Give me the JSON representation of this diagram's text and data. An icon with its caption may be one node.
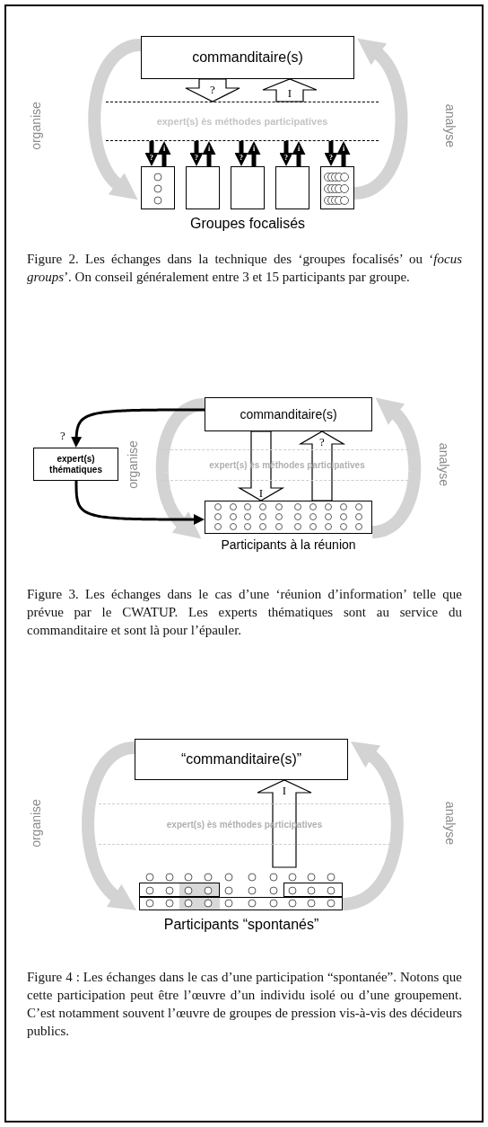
{
  "diagram": {
    "nodes": [
      {
        "text": [
          "commanditaire(s)"
        ]
      },
      {
        "text": [
          "expert(s) ès méthodes participatives"
        ]
      },
      {
        "text": [],
        "shape": "box"
      },
      {
        "text": [],
        "shape": "box"
      },
      {
        "text": [],
        "shape": "box"
      },
      {
        "text": [],
        "shape": "box"
      },
      {
        "text": [],
        "shape": "box"
      },
      {
        "text": [
          "commanditaire(s)"
        ]
      },
      {
        "text": [
          "expert(s) thématiques"
        ]
      },
      {
        "text": [
          "expert(s) ès méthodes participatives"
        ]
      },
      {
        "text": [
          "Participants à la réunion"
        ]
      },
      {
        "text": [
          "“commanditaire(s)”"
        ]
      },
      {
        "text": [
          "expert(s) ès méthodes participatives"
        ]
      },
      {
        "text": [],
        "shape": "box"
      },
      {
        "text": [],
        "shape": "box"
      },
      {
        "text": [],
        "shape": "box"
      }
    ],
    "edges": [
      {
        "from": 0,
        "to": 1,
        "arrow": "to",
        "label": "?"
      },
      {
        "from": 1,
        "to": 0,
        "arrow": "to",
        "label": "I"
      },
      {
        "from": 1,
        "to": 2,
        "arrow": "to",
        "label": "?"
      },
      {
        "from": 2,
        "to": 1,
        "arrow": "to",
        "label": "i"
      },
      {
        "from": 1,
        "to": 3,
        "arrow": "to",
        "label": "?"
      },
      {
        "from": 3,
        "to": 1,
        "arrow": "to",
        "label": "i"
      },
      {
        "from": 1,
        "to": 4,
        "arrow": "to",
        "label": "?"
      },
      {
        "from": 4,
        "to": 1,
        "arrow": "to",
        "label": "i"
      },
      {
        "from": 1,
        "to": 5,
        "arrow": "to",
        "label": "?"
      },
      {
        "from": 5,
        "to": 1,
        "arrow": "to",
        "label": "i"
      },
      {
        "from": 1,
        "to": 6,
        "arrow": "to",
        "label": "?"
      },
      {
        "from": 6,
        "to": 1,
        "arrow": "to",
        "label": "i"
      },
      {
        "from": 0,
        "to": 2,
        "arrow": "to",
        "label": "organise",
        "style": "thick",
        "color": "#d3d3d3"
      },
      {
        "from": 6,
        "to": 0,
        "arrow": "to",
        "label": "analyse",
        "style": "thick",
        "color": "#d3d3d3"
      },
      {
        "from": 7,
        "to": 8,
        "arrow": "to",
        "label": "?",
        "color": "#000000"
      },
      {
        "from": 8,
        "to": 10,
        "arrow": "to",
        "color": "#000000"
      },
      {
        "from": 7,
        "to": 10,
        "arrow": "to",
        "label": "I"
      },
      {
        "from": 10,
        "to": 7,
        "arrow": "to",
        "label": "?"
      },
      {
        "from": 7,
        "to": 10,
        "arrow": "to",
        "label": "organise",
        "style": "thick",
        "color": "#d3d3d3"
      },
      {
        "from": 10,
        "to": 7,
        "arrow": "to",
        "label": "analyse",
        "style": "thick",
        "color": "#d3d3d3"
      },
      {
        "from": null,
        "to": 11,
        "arrow": "to",
        "label": "I"
      },
      {
        "from": 11,
        "to": 15,
        "arrow": "to",
        "label": "organise",
        "style": "thick",
        "color": "#d3d3d3"
      },
      {
        "from": 15,
        "to": 11,
        "arrow": "to",
        "label": "analyse",
        "style": "thick",
        "color": "#d3d3d3"
      }
    ],
    "labels": [
      "Groupes focalisés",
      "Figure 2. Les échanges dans la technique des ‘groupes focalisés’ ou ‘*focus groups*’. On conseil généralement entre 3 et 15 participants par groupe.",
      "Figure 3. Les échanges dans le cas d’une ‘réunion d’information’ telle que prévue par le CWATUP. Les experts thématiques sont au service du commanditaire et sont là pour l’épauler.",
      "Participants “spontanés”",
      "Figure 4 : Les échanges dans le cas d’une participation “spontanée”. Notons que cette participation peut être l’œuvre d’un individu isolé ou d’une groupement. C’est notamment souvent l’œuvre de groupes de pression vis-à-vis des décideurs publics."
    ]
  }
}
